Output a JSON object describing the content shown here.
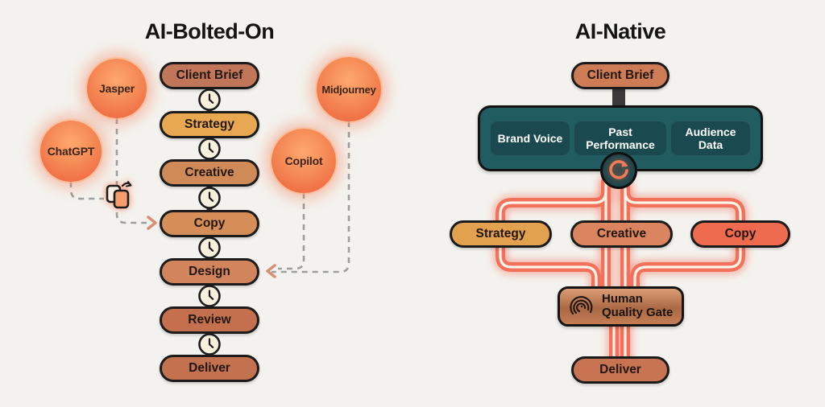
{
  "left_panel": {
    "title": "AI-Bolted-On",
    "stages": [
      {
        "label": "Client Brief",
        "color": "#c1765a"
      },
      {
        "label": "Strategy",
        "color": "#e8a851"
      },
      {
        "label": "Creative",
        "color": "#d08a58"
      },
      {
        "label": "Copy",
        "color": "#d68e59"
      },
      {
        "label": "Design",
        "color": "#d2845c"
      },
      {
        "label": "Review",
        "color": "#c4704e"
      },
      {
        "label": "Deliver",
        "color": "#c3724f"
      }
    ],
    "tools": [
      {
        "label": "Jasper"
      },
      {
        "label": "ChatGPT"
      },
      {
        "label": "Midjourney"
      },
      {
        "label": "Copilot"
      }
    ],
    "icons": {
      "between_stages": "clock-icon",
      "handoff": "copy-paste-icon"
    }
  },
  "right_panel": {
    "title": "AI-Native",
    "brief": {
      "label": "Client Brief",
      "color": "#cd7c55"
    },
    "context_panel": {
      "color": "#215c60",
      "items": [
        {
          "label": "Brand Voice"
        },
        {
          "label": "Past Performance"
        },
        {
          "label": "Audience Data"
        }
      ]
    },
    "loop_icon": "refresh-cycle-icon",
    "branches": [
      {
        "label": "Strategy",
        "color": "#e2a14f"
      },
      {
        "label": "Creative",
        "color": "#db8560"
      },
      {
        "label": "Copy",
        "color": "#ee6b4f"
      }
    ],
    "quality_gate": {
      "icon": "fingerprint-icon",
      "label_line1": "Human",
      "label_line2": "Quality Gate"
    },
    "deliver": {
      "label": "Deliver",
      "color": "#c87453"
    }
  },
  "colors": {
    "background": "#f4f2ee",
    "box_outline": "#1b1b1b",
    "teal_panel": "#215c60",
    "teal_inner": "#1a4a4f",
    "pipe": "#f3705a",
    "pipe_core": "#fdf4ea",
    "dashed_line": "#9b9f9d",
    "arrowhead": "#d98f73",
    "dark_connector": "#3a3a3a",
    "clock_face": "#f7f0dd",
    "tool_circle": "#f2744a",
    "copper_gradient_top": "#dc9e76",
    "copper_gradient_bottom": "#aa6945",
    "title_text": "#141414",
    "light_text": "#ffffff"
  }
}
